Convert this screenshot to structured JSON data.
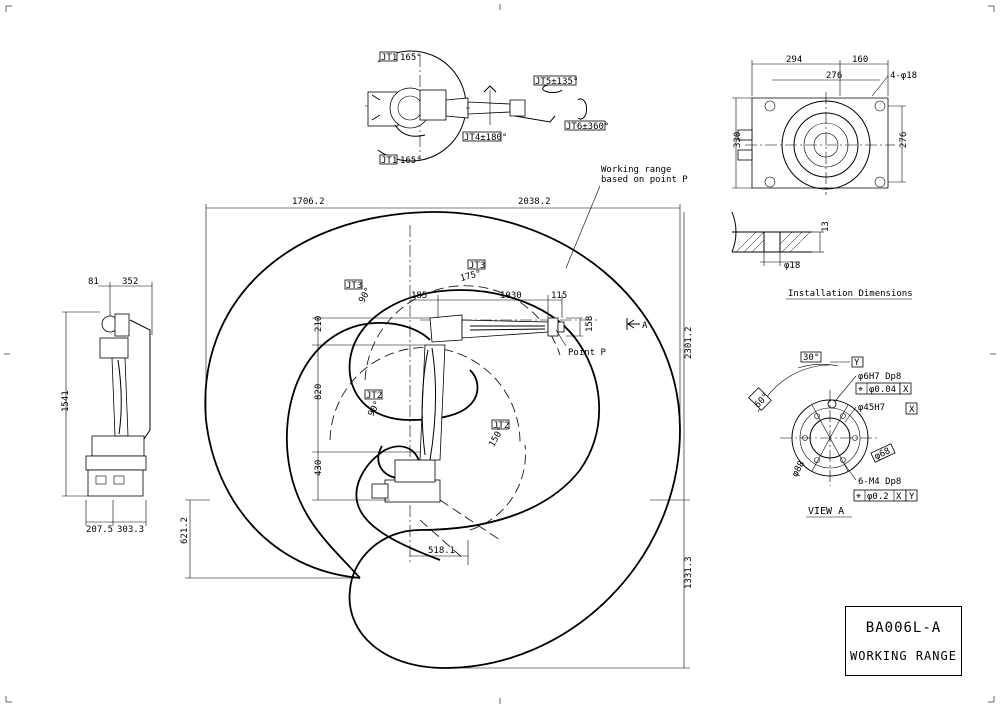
{
  "title_block": {
    "model": "BA006L-A",
    "title": "WORKING RANGE"
  },
  "top_view": {
    "jt1_top": "JT1",
    "jt1_top_deg": "165°",
    "jt1_bot": "JT1",
    "jt1_bot_deg": "165°",
    "jt5": "JT5±135°",
    "jt4": "JT4±180°",
    "jt6": "JT6±360°"
  },
  "main_view": {
    "dim_left": "1706.2",
    "dim_right": "2038.2",
    "dim_185": "185",
    "dim_1030": "1030",
    "dim_115": "115",
    "dim_158": "158",
    "dim_210": "210",
    "dim_820": "820",
    "dim_430": "430",
    "dim_621": "621.2",
    "dim_518": "518.1",
    "dim_2301": "2301.2",
    "dim_1331": "1331.3",
    "jt3_left": "JT3",
    "jt3_left_deg": "90°",
    "jt3_right": "JT3",
    "jt3_right_deg": "175°",
    "jt2_left": "JT2",
    "jt2_left_deg": "90°",
    "jt2_right": "JT2",
    "jt2_right_deg": "150°",
    "working_range_line1": "Working range",
    "working_range_line2": "based on point P",
    "point_p": "Point P",
    "arrow_a": "A"
  },
  "side_view": {
    "dim_81": "81",
    "dim_352": "352",
    "dim_1541": "1541",
    "dim_207": "207.5",
    "dim_303": "303.3"
  },
  "installation": {
    "dim_294": "294",
    "dim_160": "160",
    "dim_276h": "276",
    "holes": "4-φ18",
    "dim_330": "330",
    "dim_276v": "276",
    "dim_13": "13",
    "dim_18": "φ18",
    "label": "Installation Dimensions"
  },
  "view_a": {
    "angle_30": "30°",
    "datum_y": "Y",
    "dowel": "φ6H7 Dp8",
    "tol1_sym": "⌖",
    "tol1_val": "φ0.04",
    "tol1_ref": "X",
    "bore": "φ45H7",
    "bore_ref": "X",
    "angle_60": "60°",
    "dia_88": "φ88",
    "dia_68": "φ68",
    "screws": "6-M4 Dp8",
    "tol2_sym": "⌖",
    "tol2_val": "φ0.2",
    "tol2_ref1": "X",
    "tol2_ref2": "Y",
    "label": "VIEW A"
  }
}
